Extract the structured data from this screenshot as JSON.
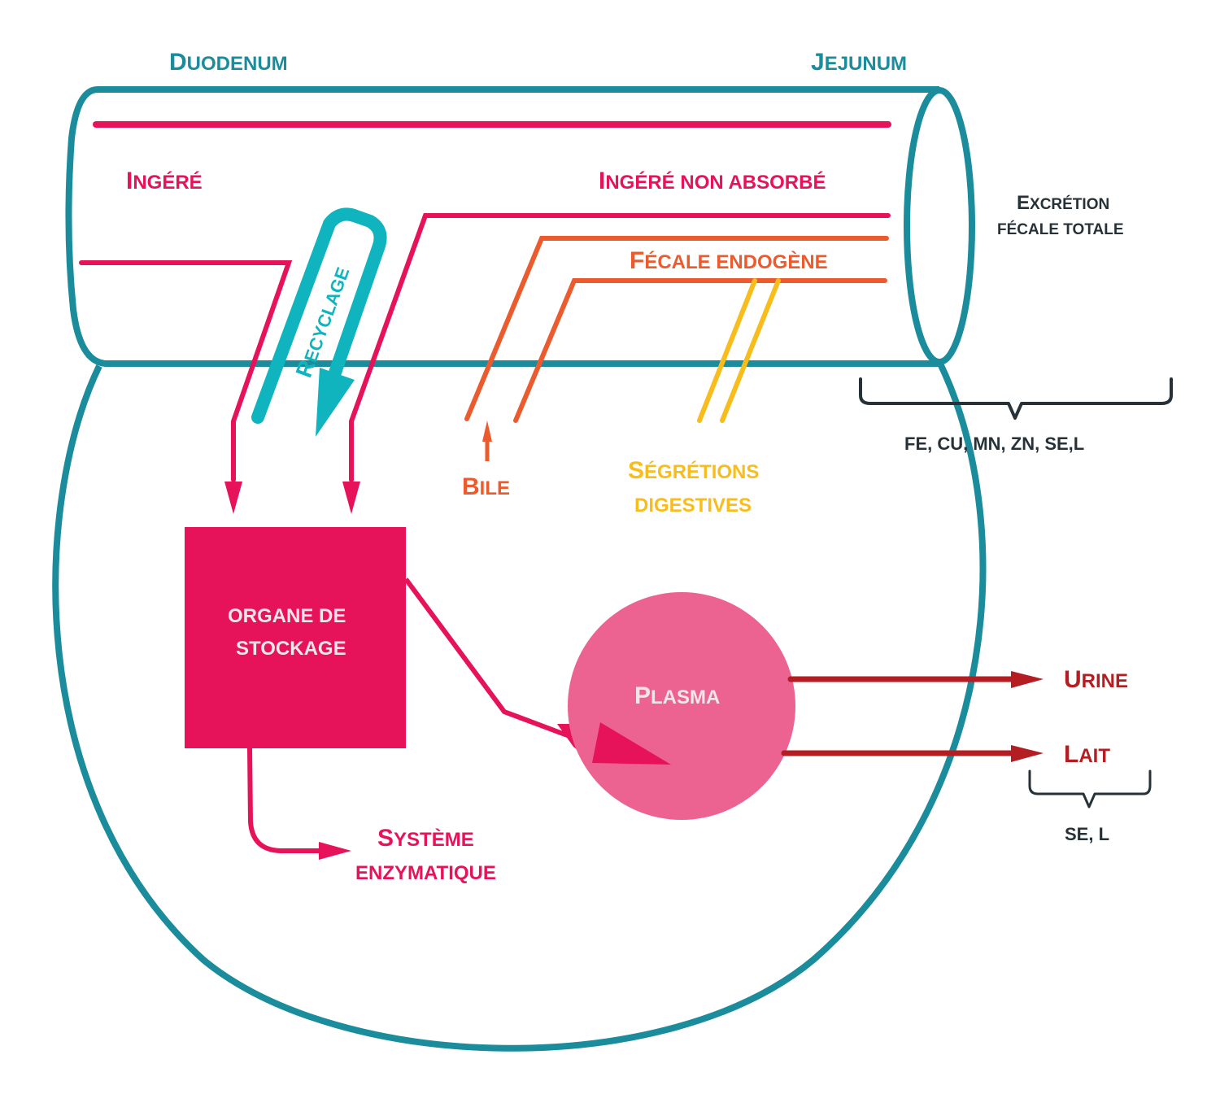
{
  "colors": {
    "intestine": "#1a8c9c",
    "ingested": "#e6135a",
    "endogenous": "#ec5b2e",
    "secretions": "#f8bd1c",
    "recycling": "#10b4be",
    "output": "#b41e22",
    "plasma": "#ec6392",
    "brace": "#263238"
  },
  "labels": {
    "duodenum": {
      "first": "D",
      "rest": "UODENUM"
    },
    "jejunum": {
      "first": "J",
      "rest": "EJUNUM"
    },
    "ingested": {
      "first": "I",
      "rest": "NGÉRÉ"
    },
    "ingested_not_absorbed": {
      "first": "I",
      "rest": "NGÉRÉ NON ABSORBÉ"
    },
    "fecal_endogenous": {
      "first": "F",
      "rest": "ÉCALE ENDOGÈNE"
    },
    "total_fecal_excretion_line1": {
      "first": "E",
      "rest": "XCRÉTION"
    },
    "total_fecal_excretion_line2": "FÉCALE TOTALE",
    "fecal_elements": "FE, CU, MN, ZN, SE,L",
    "recycling": {
      "first": "R",
      "rest": "ECYCLAGE"
    },
    "bile": {
      "first": "B",
      "rest": "ILE"
    },
    "digestive_secretions_line1": {
      "first": "S",
      "rest": "ÉGRÉTIONS"
    },
    "digestive_secretions_line2": "DIGESTIVES",
    "storage_organ_line1": "ORGANE DE",
    "storage_organ_line2": "STOCKAGE",
    "plasma": {
      "first": "P",
      "rest": "LASMA"
    },
    "urine": {
      "first": "U",
      "rest": "RINE"
    },
    "milk": {
      "first": "L",
      "rest": "AIT"
    },
    "milk_elements": "SE, L",
    "enzyme_system_line1": {
      "first": "S",
      "rest": "YSTÈME"
    },
    "enzyme_system_line2": "ENZYMATIQUE"
  }
}
